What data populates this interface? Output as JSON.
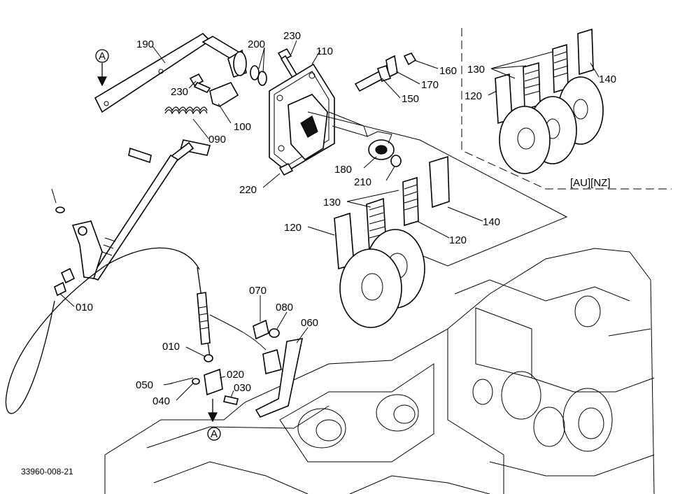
{
  "diagram": {
    "figure_code": "33960-008-21",
    "region_note": "[AU][NZ]",
    "ref_markers": {
      "top": "A",
      "bottom": "A"
    },
    "parts": [
      {
        "id": "p190",
        "text": "190"
      },
      {
        "id": "p230a",
        "text": "230"
      },
      {
        "id": "p200",
        "text": "200"
      },
      {
        "id": "p110",
        "text": "110"
      },
      {
        "id": "p230b",
        "text": "230"
      },
      {
        "id": "p100",
        "text": "100"
      },
      {
        "id": "p090",
        "text": "090"
      },
      {
        "id": "p160",
        "text": "160"
      },
      {
        "id": "p170",
        "text": "170"
      },
      {
        "id": "p150",
        "text": "150"
      },
      {
        "id": "p180",
        "text": "180"
      },
      {
        "id": "p210",
        "text": "210"
      },
      {
        "id": "p220",
        "text": "220"
      },
      {
        "id": "p130r",
        "text": "130"
      },
      {
        "id": "p120r",
        "text": "120"
      },
      {
        "id": "p140r",
        "text": "140"
      },
      {
        "id": "p130",
        "text": "130"
      },
      {
        "id": "p140",
        "text": "140"
      },
      {
        "id": "p120a",
        "text": "120"
      },
      {
        "id": "p120b",
        "text": "120"
      },
      {
        "id": "p010a",
        "text": "010"
      },
      {
        "id": "p070",
        "text": "070"
      },
      {
        "id": "p080",
        "text": "080"
      },
      {
        "id": "p060",
        "text": "060"
      },
      {
        "id": "p010b",
        "text": "010"
      },
      {
        "id": "p020",
        "text": "020"
      },
      {
        "id": "p050",
        "text": "050"
      },
      {
        "id": "p030",
        "text": "030"
      },
      {
        "id": "p040",
        "text": "040"
      }
    ]
  }
}
